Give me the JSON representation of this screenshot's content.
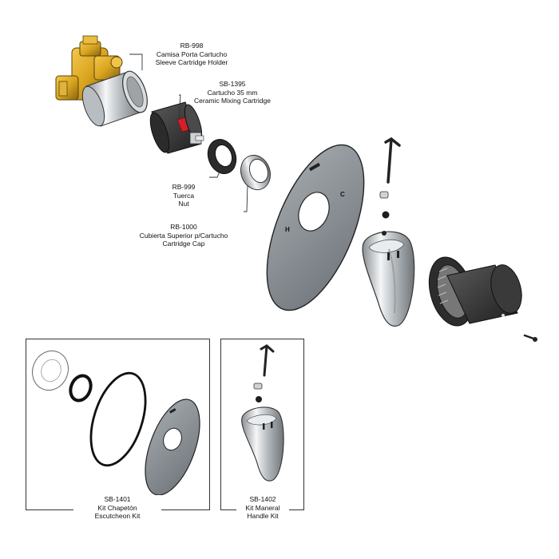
{
  "parts": {
    "rb998": {
      "code": "RB-998",
      "es": "Camisa Porta Cartucho",
      "en": "Sleeve Cartridge Holder"
    },
    "sb1395": {
      "code": "SB-1395",
      "es": "Cartucho 35 mm",
      "en": "Ceramic Mixing Cartridge"
    },
    "rb999": {
      "code": "RB-999",
      "es": "Tuerca",
      "en": "Nut"
    },
    "rb1000": {
      "code": "RB-1000",
      "es": "Cubierta Superior p/Cartucho",
      "en": "Cartridge Cap"
    }
  },
  "kits": {
    "sb1401": {
      "code": "SB-1401",
      "es": "Kit Chapetón",
      "en": "Escutcheon Kit"
    },
    "sb1402": {
      "code": "SB-1402",
      "es": "Kit Maneral",
      "en": "Handle Kit"
    }
  },
  "plate_marks": {
    "hot": "H",
    "cold": "C"
  },
  "colors": {
    "brass": "#d9a520",
    "chrome": "#cfd3d6",
    "plate": "#8c9296",
    "cartridge": "#3a3a3a",
    "accent": "#d2202a"
  }
}
